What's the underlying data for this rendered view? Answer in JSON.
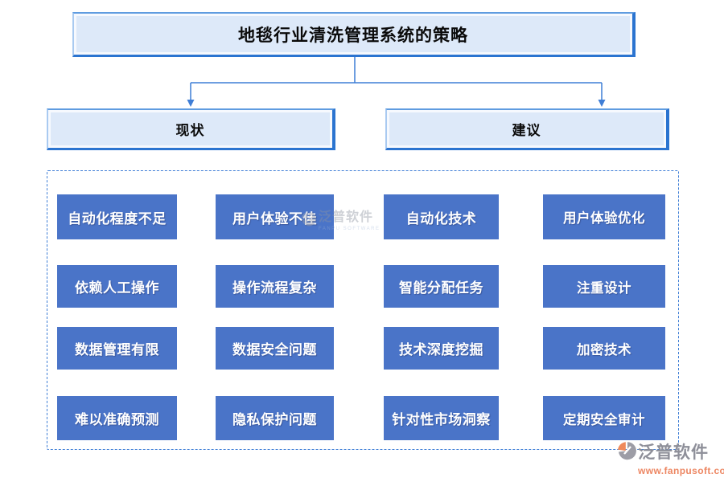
{
  "title": {
    "text": "地毯行业清洗管理系统的策略"
  },
  "branches": {
    "left": {
      "label": "现状"
    },
    "right": {
      "label": "建议"
    }
  },
  "grid": {
    "items": [
      {
        "label": "自动化程度不足",
        "group": "现状"
      },
      {
        "label": "用户体验不佳",
        "group": "现状"
      },
      {
        "label": "自动化技术",
        "group": "建议"
      },
      {
        "label": "用户体验优化",
        "group": "建议"
      },
      {
        "label": "依赖人工操作",
        "group": "现状"
      },
      {
        "label": "操作流程复杂",
        "group": "现状"
      },
      {
        "label": "智能分配任务",
        "group": "建议"
      },
      {
        "label": "注重设计",
        "group": "建议"
      },
      {
        "label": "数据管理有限",
        "group": "现状"
      },
      {
        "label": "数据安全问题",
        "group": "现状"
      },
      {
        "label": "技术深度挖掘",
        "group": "建议"
      },
      {
        "label": "加密技术",
        "group": "建议"
      },
      {
        "label": "难以准确预测",
        "group": "现状"
      },
      {
        "label": "隐私保护问题",
        "group": "现状"
      },
      {
        "label": "针对性市场洞察",
        "group": "建议"
      },
      {
        "label": "定期安全审计",
        "group": "建议"
      }
    ]
  },
  "watermark_center": {
    "brand": "泛普软件",
    "subtitle": "FANPU SOFTWARE"
  },
  "footer_logo": {
    "brand": "泛普软件",
    "url": "www.fanpusoft.com"
  },
  "colors": {
    "node_fill": "#dde9f9",
    "node_edge_dark": "#2b74d0",
    "node_edge_light": "#a9caf1",
    "cell_blue": "#4a74c8",
    "line_blue": "#3f7ed6",
    "logo_gray": "#8e8f99",
    "logo_orange": "#ed8763"
  }
}
